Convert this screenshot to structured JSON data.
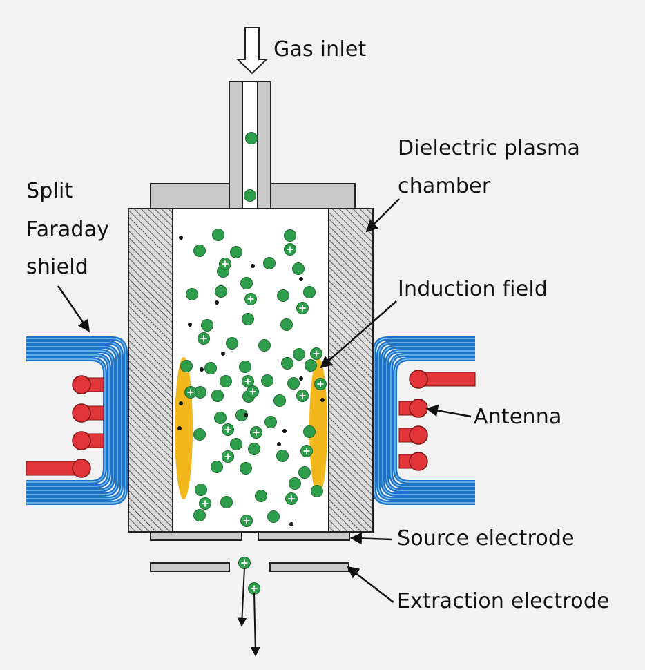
{
  "labels": {
    "gas_inlet": "Gas inlet",
    "dielectric_line1": "Dielectric plasma",
    "dielectric_line2": "chamber",
    "split_line1": "Split",
    "split_line2": "Faraday",
    "split_line3": "shield",
    "induction_field": "Induction field",
    "antenna": "Antenna",
    "source_electrode": "Source electrode",
    "extraction_electrode": "Extraction electrode"
  },
  "colors": {
    "background": "#f2f2f2",
    "structure_gray": "#c9c9c9",
    "outline": "#222222",
    "shield_blue": "#1d72c9",
    "shield_blue_light": "#7cc3ee",
    "antenna_red": "#e2353a",
    "induction_yellow": "#f2b81e",
    "particle_green": "#2f9e4c",
    "electron_black": "#111111"
  }
}
